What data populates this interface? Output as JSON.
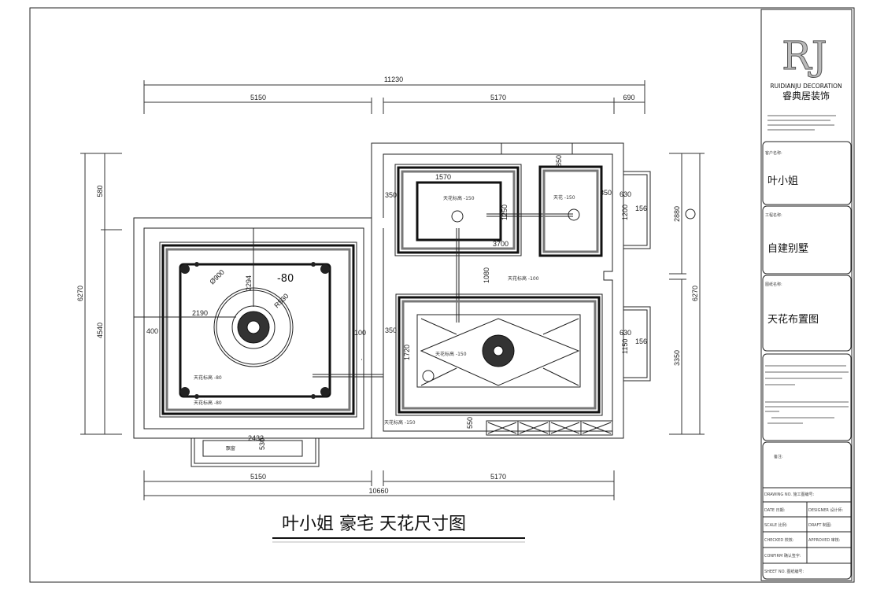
{
  "drawing_title": "叶小姐 豪宅 天花尺寸图",
  "title_block": {
    "logo_letters": "RJ",
    "company_en": "RUIDIANJU DECORATION",
    "company_cn": "睿典居装饰",
    "client_label": "客户名称:",
    "client_value": "叶小姐",
    "project_label": "工程名称:",
    "project_value": "自建别墅",
    "drawing_label": "图纸名称:",
    "drawing_value": "天花布置图",
    "notes_label": "备注:",
    "drawing_no_label": "DRAWING NO. 施工图编号:",
    "date_label": "DATE 日期:",
    "designer_label": "DESIGNER 设计师:",
    "scale_label": "SCALE 比例:",
    "draft_label": "DRAFT 制图:",
    "checked_label": "CHECKED 校核:",
    "approved_label": "APPROVED 审核:",
    "confirm_label": "CONFIRM 确认签字:",
    "sheet_label": "SHEET NO. 图纸编号:"
  },
  "dimensions": {
    "top_total": "11230",
    "top_left": "5150",
    "top_mid": "5170",
    "top_right": "690",
    "bottom_left": "5150",
    "bottom_right": "5170",
    "bottom_total": "10660",
    "left_total": "6270",
    "left_top": "580",
    "left_main": "4540",
    "right_top": "2880",
    "right_bottom": "3350",
    "right_total": "6270",
    "living_offset": "-80",
    "living_d1": "Ø900",
    "living_d2": "R530",
    "living_w": "2190",
    "living_h": "2294",
    "living_400": "400",
    "living_100": "100",
    "bay_2432": "2432",
    "bay_530": "530",
    "dining_w": "1570",
    "dining_h": "1250",
    "dining_350": "350",
    "hall_1080": "1080",
    "lower_w": "3700",
    "lower_h": "1720",
    "lower_350": "350",
    "lower_550": "550",
    "win_630a": "630",
    "win_1200": "1200",
    "win_156a": "156",
    "win_630b": "630",
    "win_1150": "1150",
    "win_156b": "156",
    "room2_350": "350",
    "room2_850": "850"
  },
  "room_notes": {
    "living": "天花标高 -80",
    "living2": "天花标高 -80",
    "dining": "天花标高 -150",
    "room2": "天花 -150",
    "hall": "天花标高 -100",
    "lower": "天花标高 -150",
    "lower2": "天花标高 -150",
    "bay": "飘窗"
  }
}
